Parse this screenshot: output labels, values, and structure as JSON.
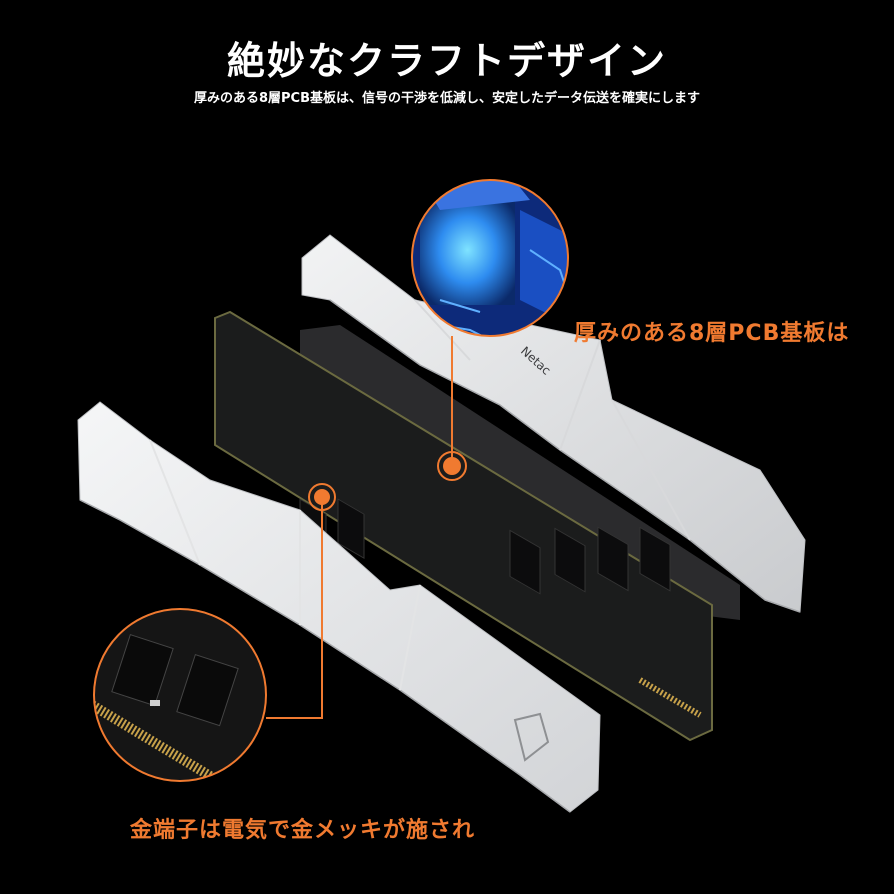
{
  "header": {
    "title": "絶妙なクラフトデザイン",
    "subtitle": "厚みのある8層PCB基板は、信号の干渉を低減し、安定したデータ伝送を確実にします"
  },
  "heatsink_logo": "Netac",
  "callouts": {
    "pcb": "厚みのある8層PCB基板は",
    "gold": "金端子は電気で金メッキが施され"
  },
  "colors": {
    "accent": "#f07a30",
    "background": "#000000",
    "heatsink": "#e6e7e9",
    "pcb": "#1b1c1c",
    "glow": "#2e8cf0"
  }
}
